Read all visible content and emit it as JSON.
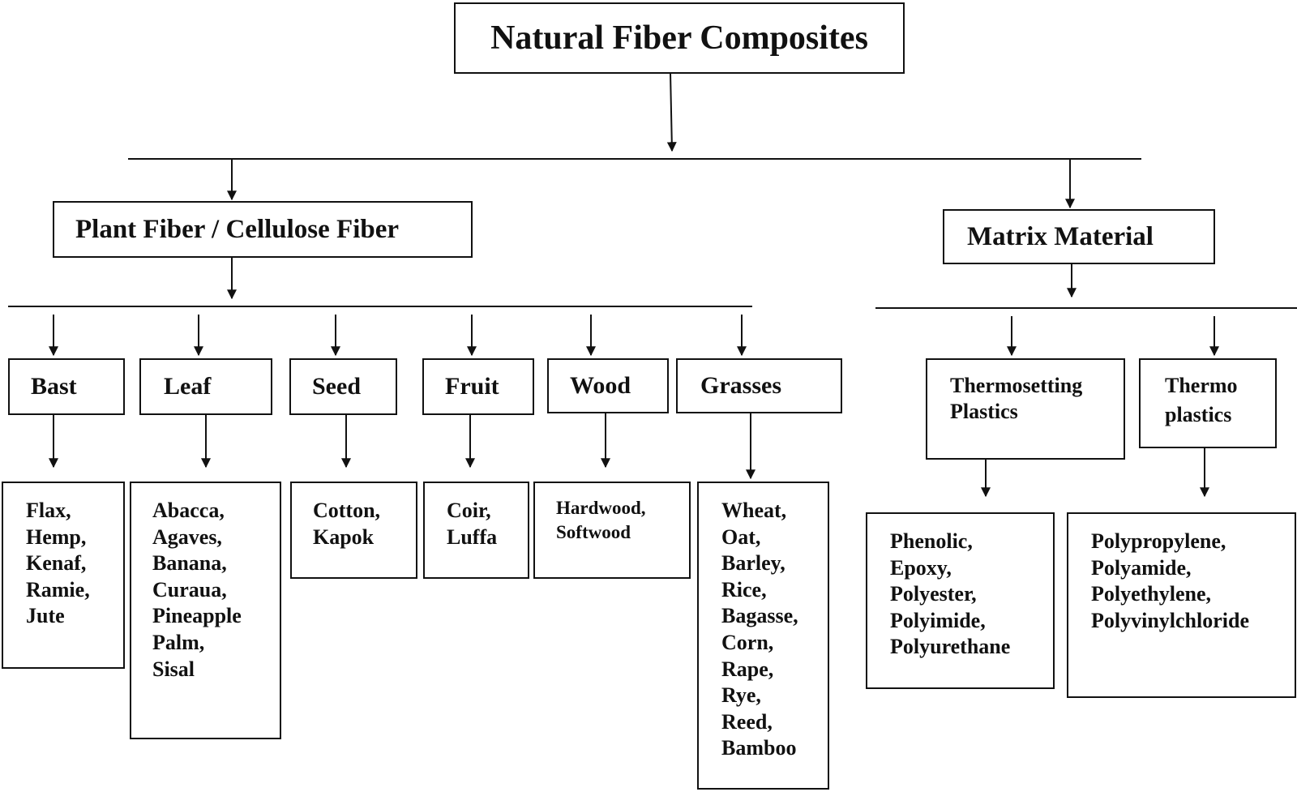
{
  "root": {
    "label": "Natural Fiber Composites"
  },
  "plant": {
    "label": "Plant Fiber / Cellulose Fiber",
    "categories": [
      {
        "label": "Bast",
        "items": [
          "Flax,",
          "Hemp,",
          "Kenaf,",
          "Ramie,",
          "Jute"
        ]
      },
      {
        "label": "Leaf",
        "items": [
          "Abacca,",
          "Agaves,",
          "Banana,",
          "Curaua,",
          "Pineapple",
          "Palm,",
          "Sisal"
        ]
      },
      {
        "label": "Seed",
        "items": [
          "Cotton,",
          "Kapok"
        ]
      },
      {
        "label": "Fruit",
        "items": [
          "Coir,",
          "Luffa"
        ]
      },
      {
        "label": "Wood",
        "items": [
          "Hardwood,",
          "Softwood"
        ]
      },
      {
        "label": "Grasses",
        "items": [
          "Wheat,",
          "Oat,",
          "Barley,",
          "Rice,",
          "Bagasse,",
          "Corn,",
          "Rape,",
          "Rye,",
          "Reed,",
          "Bamboo"
        ]
      }
    ]
  },
  "matrix": {
    "label": "Matrix Material",
    "categories": [
      {
        "label_lines": [
          "Thermosetting",
          "Plastics"
        ],
        "items": [
          "Phenolic,",
          "Epoxy,",
          "Polyester,",
          "Polyimide,",
          "Polyurethane"
        ]
      },
      {
        "label_lines": [
          "Thermo",
          "plastics"
        ],
        "items": [
          "Polypropylene,",
          "Polyamide,",
          "Polyethylene,",
          "Polyvinylchloride"
        ]
      }
    ]
  }
}
